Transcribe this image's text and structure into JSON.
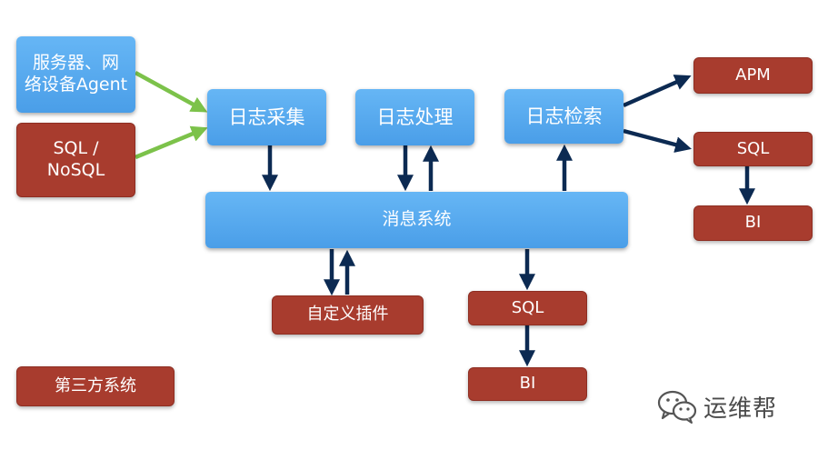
{
  "nodes": {
    "server_agent": "服务器、网\n络设备Agent",
    "sql_nosql": "SQL /\nNoSQL",
    "log_collect": "日志采集",
    "log_process": "日志处理",
    "log_search": "日志检索",
    "message_system": "消息系统",
    "custom_plugin": "自定义插件",
    "sql_mid": "SQL",
    "bi_mid": "BI",
    "apm": "APM",
    "sql_right": "SQL",
    "bi_right": "BI",
    "third_party": "第三方系统"
  },
  "watermark": {
    "text": "运维帮",
    "icon": "wechat-icon"
  },
  "colors": {
    "blue_box": "#55a9ef",
    "red_box": "#a83c2e",
    "green_arrow": "#7cc24a",
    "navy_arrow": "#0c2a52"
  }
}
